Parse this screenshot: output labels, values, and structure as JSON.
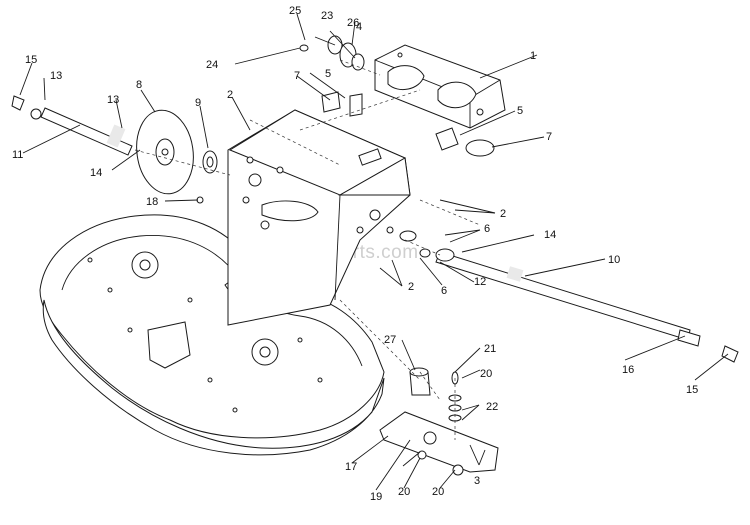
{
  "watermark": "eReplacementParts.com",
  "callouts": [
    "1",
    "2",
    "2",
    "2",
    "3",
    "4",
    "5",
    "5",
    "6",
    "6",
    "7",
    "7",
    "8",
    "9",
    "10",
    "11",
    "12",
    "13",
    "13",
    "14",
    "14",
    "15",
    "15",
    "16",
    "17",
    "18",
    "19",
    "20",
    "20",
    "20",
    "21",
    "22",
    "23",
    "24",
    "25",
    "26",
    "27"
  ]
}
